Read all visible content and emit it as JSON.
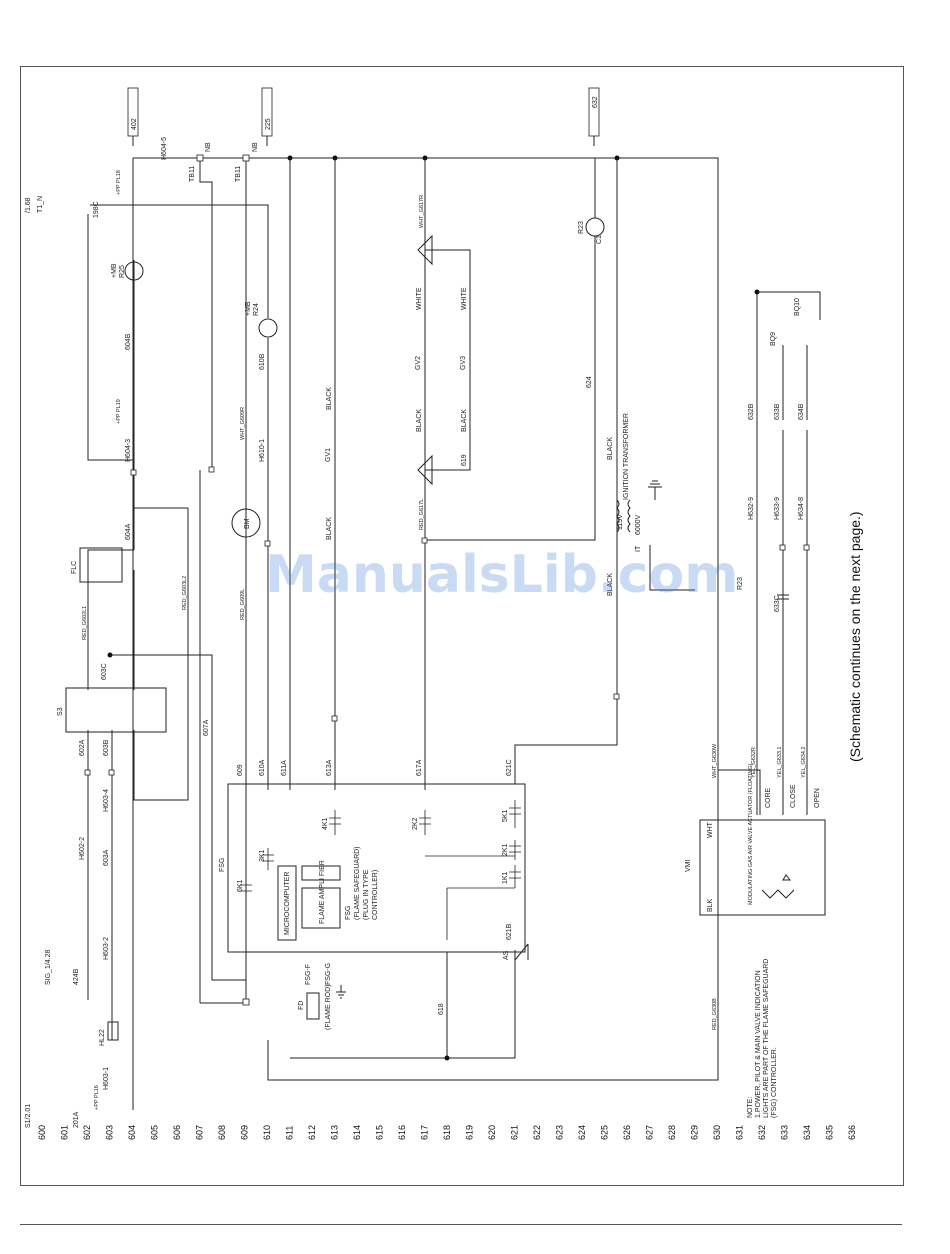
{
  "watermark": "ManualsLib.com",
  "continuation_note": "(Schematic continues on the next page.)",
  "note": {
    "title": "NOTE:",
    "line1": "1.POWER, PILOT & MAIN VALVE INDICATION",
    "line2": "LIGHTS ARE PART OF THE FLAME SAFEGUARD",
    "line3": "(FSG) CONTROLLER."
  },
  "row_numbers": [
    "600",
    "601",
    "602",
    "603",
    "604",
    "605",
    "606",
    "607",
    "608",
    "609",
    "610",
    "611",
    "612",
    "613",
    "614",
    "615",
    "616",
    "617",
    "618",
    "619",
    "620",
    "621",
    "622",
    "623",
    "624",
    "625",
    "626",
    "627",
    "628",
    "629",
    "630",
    "631",
    "632",
    "633",
    "634",
    "635",
    "636"
  ],
  "ref_tags": [
    "402",
    "225",
    "632"
  ],
  "bus_labels": {
    "h604_5": "H604-5",
    "nb_left": "NB",
    "nb_right": "NB",
    "tb11_a": "TB11",
    "tb11_b": "TB11",
    "t1_n": "T1_N",
    "t1_n_ref": "/1.68",
    "l98c": "198C"
  },
  "components": {
    "r25": "R25",
    "r25_tag": "+MB",
    "r24": "R24",
    "r24_tag": "+MB",
    "r23_top": "R23",
    "r23_top_pins": "C1",
    "bm": "BM",
    "flc": "FLC",
    "s3": "S3",
    "gv1": "GV1",
    "gv2": "GV2",
    "gv3": "GV3",
    "ignition": "IGNITION TRANSFORMER",
    "it": "IT",
    "v115": "115V",
    "v6000": "6000V",
    "fsg": "FSG",
    "fsg_desc1": "FSG",
    "fsg_desc2": "(FLAME SAFEGUARD)",
    "fsg_desc3": "(PLUG IN TYPE",
    "fsg_desc4": "CONTROLLER)",
    "micro": "MICROCOMPUTER",
    "flame_amp": "FLAME AMPLI FIER",
    "vmi": "VMI",
    "vmi_desc": "MODULATING GAS AIR VALVE ACTUATOR (FLOATING)",
    "fd": "FD",
    "flame_rod": "(FLAME ROD)",
    "as": "AS",
    "hl22": "HL22",
    "r23_bottom": "R23",
    "bq9": "BQ9",
    "bq10": "BQ10"
  },
  "wire_labels": {
    "w604b": "604B",
    "w610b": "610B",
    "w604a": "604A",
    "w603c": "603C",
    "w602a": "602A",
    "w603b": "603B",
    "w603a": "603A",
    "w607a_left": "607A",
    "w609": "609",
    "w610a": "610A",
    "w611a": "611A",
    "w613a": "613A",
    "w617a": "617A",
    "w621c": "621C",
    "w621b": "621B",
    "w618": "618",
    "w619": "619",
    "w624": "624",
    "w632b": "632B",
    "w633b": "633B",
    "w634b": "634B",
    "w633c": "633C",
    "h604_3": "H604-3",
    "h603_4": "H603-4",
    "h602_2": "H602-2",
    "h603_2": "H603-2",
    "h603_1": "H603-1",
    "h610_1": "H610-1",
    "h632_9": "H632-9",
    "h633_9": "H633-9",
    "h634_8": "H634-8",
    "black": "BLACK",
    "white": "WHITE",
    "red_g602_l1": "RED_G602L1",
    "red_g603_l2": "RED_G603L2",
    "wht_g609_r": "WHT_G609R",
    "red_g609_l": "RED_G609L",
    "wht_g617_r": "WHT_G617R",
    "red_g617_l": "RED_G617L",
    "wht_g630_w": "WHT_G630W",
    "red_g630_b": "RED_G630B",
    "yel_g632_r": "YEL_G632R",
    "yel_g633_1": "YEL_G633.1",
    "yel_g634_2": "YEL_G634.2",
    "sig_ref": "SIG_1/4.28",
    "w424b": "424B",
    "s1_ref": "S1/2.01",
    "w201a": "201A",
    "fsg_f": "FSG-F",
    "fsg_g": "FSG-G"
  },
  "vmi_terminals": [
    "WHT",
    "CORE",
    "CLOSE",
    "OPEN",
    "BLK"
  ],
  "fsg_relays": [
    "6K1",
    "3K1",
    "4K1",
    "2K2",
    "2K1",
    "5K1",
    "1K1"
  ],
  "connectors": [
    "+PP PL18",
    "+PP PL19",
    "+PP PL16"
  ]
}
